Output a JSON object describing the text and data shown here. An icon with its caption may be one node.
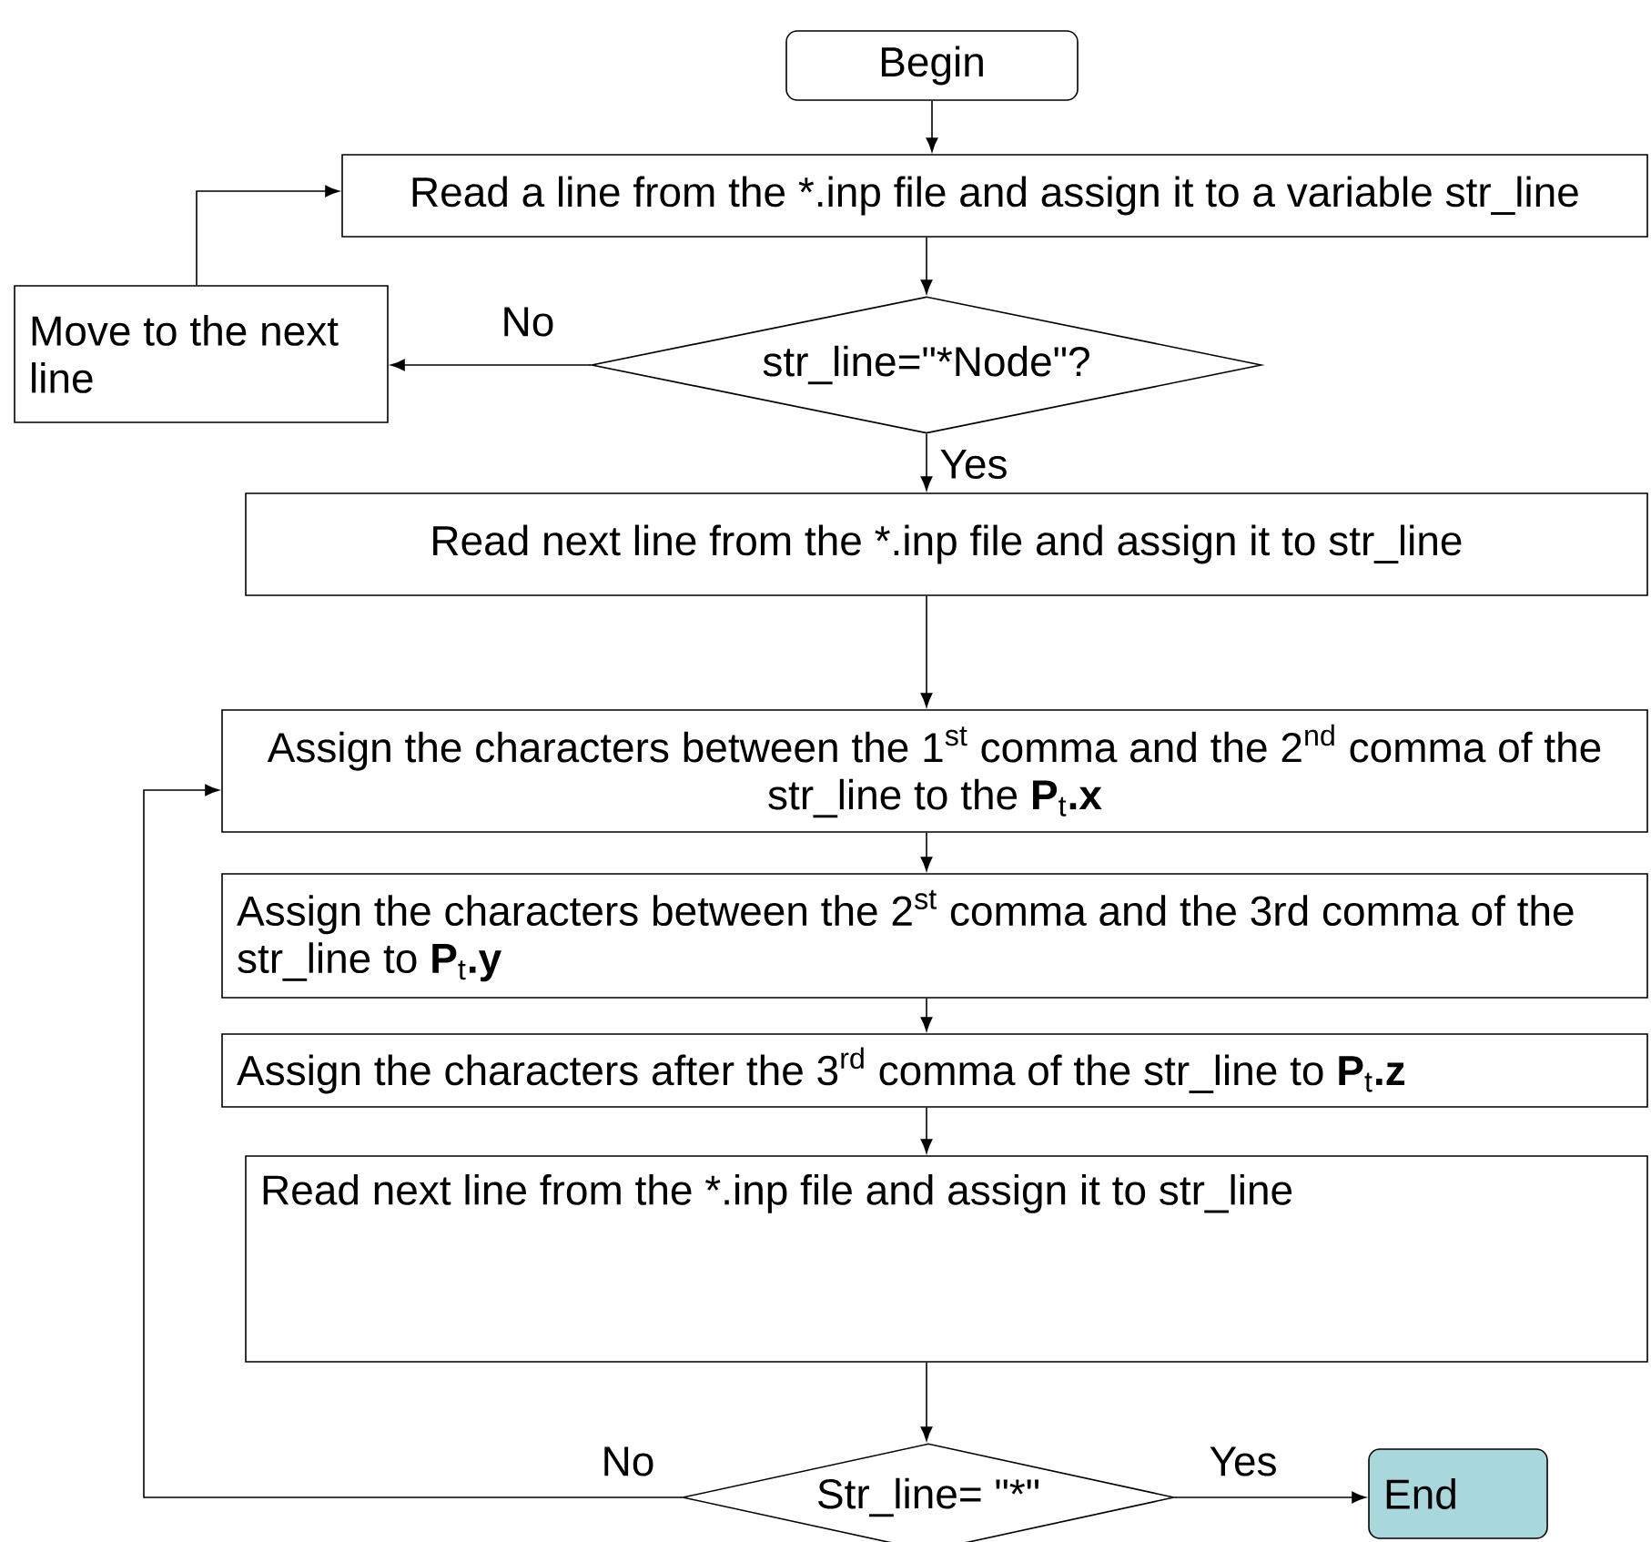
{
  "diagram": {
    "nodes": [
      {
        "text": [
          "Begin"
        ]
      },
      {
        "text": [
          "Read a line from the *.inp file and assign it to a variable str_line"
        ]
      },
      {
        "text": [
          "str_line=\"*Node\"?"
        ]
      },
      {
        "text": [
          "Move to the next line"
        ]
      },
      {
        "text": [
          "Read next line from the *.inp file and assign it to str_line"
        ]
      },
      {
        "text": [
          "Assign the characters between the 1$^{st}$ comma and the 2$^{nd}$ comma of the str_line to the **P**$_{t}$**.x**"
        ]
      },
      {
        "text": [
          "Assign the characters between the 2$^{st}$ comma and the 3rd comma of the str_line to **P**$_{t}$**.y**"
        ]
      },
      {
        "text": [
          "Assign the characters after the 3$^{rd}$ comma of the str_line to **P**$_{t}$**.z**"
        ]
      },
      {
        "text": [
          "Read next line from the *.inp file and assign it to str_line"
        ]
      },
      {
        "text": [
          "Str_line= \"*\""
        ]
      },
      {
        "text": [
          "End"
        ]
      }
    ],
    "edges": [
      {
        "from": 0,
        "to": 1,
        "arrow": "to"
      },
      {
        "from": 1,
        "to": 2,
        "arrow": "to"
      },
      {
        "from": 2,
        "to": 3,
        "arrow": "to",
        "label": "No"
      },
      {
        "from": 3,
        "to": 1,
        "arrow": "to"
      },
      {
        "from": 2,
        "to": 4,
        "arrow": "to",
        "label": "Yes"
      },
      {
        "from": 4,
        "to": 5,
        "arrow": "to"
      },
      {
        "from": 5,
        "to": 6,
        "arrow": "to"
      },
      {
        "from": 6,
        "to": 7,
        "arrow": "to"
      },
      {
        "from": 7,
        "to": 8,
        "arrow": "to"
      },
      {
        "from": 8,
        "to": 9,
        "arrow": "to"
      },
      {
        "from": 9,
        "to": 5,
        "arrow": "to",
        "label": "No"
      },
      {
        "from": 9,
        "to": 10,
        "arrow": "to",
        "label": "Yes"
      }
    ]
  }
}
